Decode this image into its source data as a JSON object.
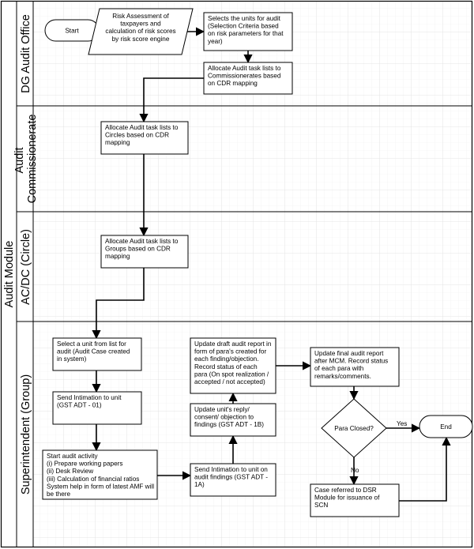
{
  "module_title": "Audit Module",
  "lanes": [
    "DG Audit Office",
    "Audit Commissionerate",
    "AC/DC (Circle)",
    "Superintendent (Group)"
  ],
  "nodes": {
    "start": "Start",
    "risk_assessment": [
      "Risk Assessment of",
      "taxpayers and",
      "calculation of risk scores",
      "by risk score engine"
    ],
    "select_units": [
      "Selects the units for audit",
      "(Selection Criteria based",
      "on risk parameters for that",
      "year)"
    ],
    "allocate_commissionerates": [
      "Allocate Audit task lists to",
      "Commissionerates based",
      "on CDR mapping"
    ],
    "allocate_circles": [
      "Allocate Audit task lists to",
      "Circles based on CDR",
      "mapping"
    ],
    "allocate_groups": [
      "Allocate Audit task lists to",
      "Groups based on CDR",
      "mapping"
    ],
    "select_unit_list": [
      "Select a unit from list for",
      "audit (Audit Case created",
      "in system)"
    ],
    "send_intimation": [
      "Send Intimation to unit",
      "(GST ADT - 01)"
    ],
    "start_audit_activity": [
      "Start audit activity",
      "(i) Prepare working papers",
      "(ii) Desk Review",
      "(iii) Calculation of financial ratios",
      "System help in form of latest AMF will",
      "be there"
    ],
    "send_findings": [
      "Send Intimation to unit on",
      "audit findings (GST ADT -",
      "1A)"
    ],
    "update_reply": [
      "Update unit's reply/",
      "consent/ objection to",
      "findings (GST ADT - 1B)"
    ],
    "update_draft": [
      "Update draft audit report in",
      "form of para's created for",
      "each finding/objection.",
      "Record status of each",
      "para (On spot realization /",
      "accepted / not accepted)"
    ],
    "update_final": [
      "Update final audit report",
      "after MCM. Record status",
      "of each para with",
      "remarks/comments."
    ],
    "para_closed": "Para Closed?",
    "end": "End",
    "dsr": [
      "Case referred to DSR",
      "Module for issuance of",
      "SCN"
    ]
  },
  "edge_labels": {
    "yes": "Yes",
    "no": "No"
  }
}
